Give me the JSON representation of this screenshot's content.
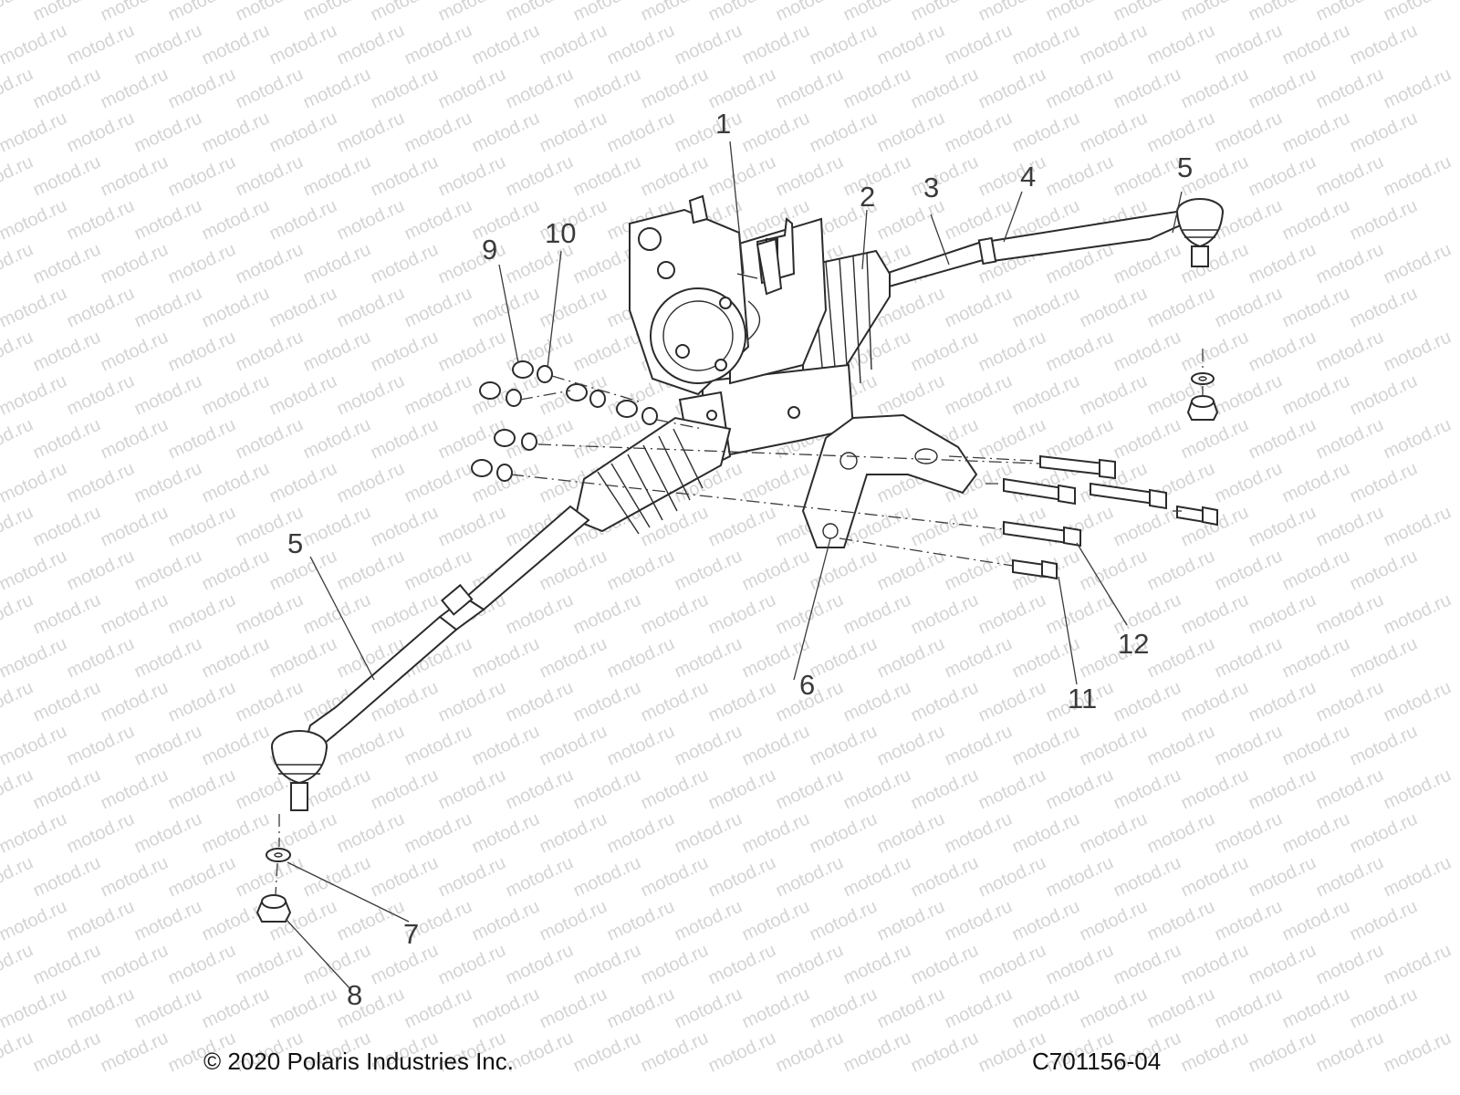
{
  "watermark": "motod.ru",
  "callouts": {
    "c1": "1",
    "c2": "2",
    "c3": "3",
    "c4": "4",
    "c5_right": "5",
    "c5_left": "5",
    "c6": "6",
    "c7": "7",
    "c8": "8",
    "c9": "9",
    "c10": "10",
    "c11": "11",
    "c12": "12"
  },
  "footer": {
    "copyright": "© 2020 Polaris Industries Inc.",
    "figure_id": "C701156-04"
  }
}
